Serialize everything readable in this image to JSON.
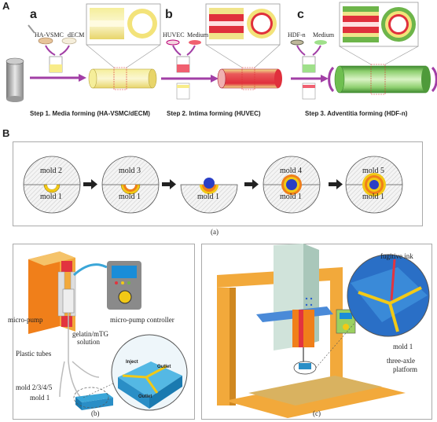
{
  "panelA": {
    "letter": "A",
    "sub_a": "a",
    "sub_b": "b",
    "sub_c": "c",
    "reagents_a": [
      "HA-VSMC",
      "dECM"
    ],
    "reagents_b": [
      "HUVEC",
      "Medium"
    ],
    "reagents_c": [
      "HDF-n",
      "Medium"
    ],
    "steps": [
      "Step 1. Media forming (HA-VSMC/dECM)",
      "Step 2. Intima forming (HUVEC)",
      "Step 3. Adventitia forming (HDF-n)"
    ]
  },
  "panelB": {
    "letter": "B",
    "molds": [
      {
        "top": "mold 2",
        "bottom": "mold 1"
      },
      {
        "top": "mold 3",
        "bottom": "mold 1"
      },
      {
        "top": "",
        "bottom": "mold 1"
      },
      {
        "top": "mold 4",
        "bottom": "mold 1"
      },
      {
        "top": "mold 5",
        "bottom": "mold 1"
      }
    ],
    "caption_a": "(a)",
    "caption_b": "(b)",
    "caption_c": "(c)",
    "labels_b": {
      "micro_pump": "micro-pump",
      "controller": "micro-pump controller",
      "gelatin_line1": "gelatin/mTG",
      "gelatin_line2": "solution",
      "plastic_tubes": "Plastic tubes",
      "mold_2345": "mold 2/3/4/5",
      "mold_1": "mold 1",
      "inject": "Inject",
      "outlet1": "Outlet",
      "outlet2": "Outlet"
    },
    "labels_c": {
      "fugitive_ink": "fugitive ink",
      "mold_1": "mold 1",
      "platform_line1": "three-axle",
      "platform_line2": "platform"
    }
  },
  "colors": {
    "purple_arrow": "#a23fa6",
    "mold_yellow": "#f2c916",
    "mold_orange": "#f07f1a",
    "mold_blue": "#2a3fc6",
    "frame_orange": "#f2a93b",
    "tube_red": "#e2343f",
    "tube_green": "#6db54a"
  }
}
